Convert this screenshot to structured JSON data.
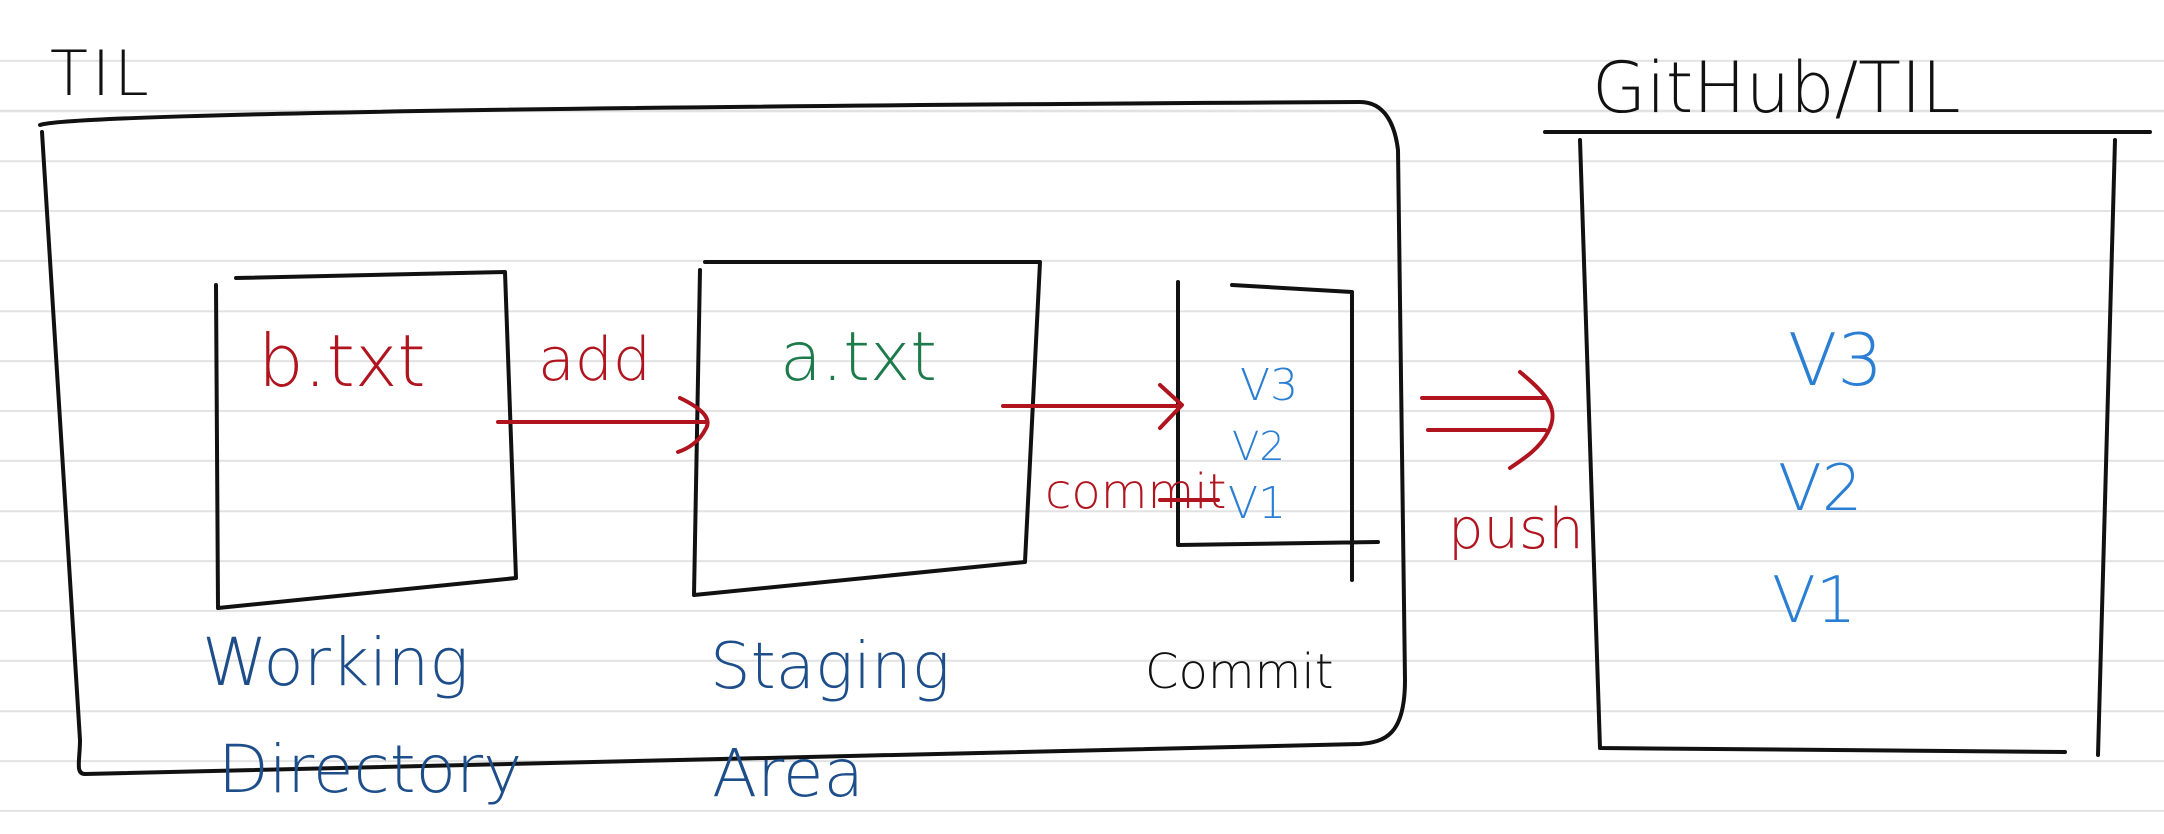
{
  "colors": {
    "ink": "#111111",
    "red": "#b0141e",
    "green": "#1d7a4a",
    "blue": "#2a7fd4",
    "navy": "#1d4e8a",
    "ruled_line": "#e2e2e2"
  },
  "local_repo": {
    "title": "TIL"
  },
  "working_directory": {
    "file": "b.txt",
    "label_line1": "Working",
    "label_line2": "Directory"
  },
  "staging_area": {
    "file": "a.txt",
    "label_line1": "Staging",
    "label_line2": "Area"
  },
  "commit_area": {
    "label": "Commit",
    "versions": [
      "V3",
      "V2",
      "V1"
    ]
  },
  "arrows": {
    "add": "add",
    "commit": "commit",
    "push": "push"
  },
  "remote_repo": {
    "title": "GitHub/TIL",
    "versions": [
      "V3",
      "V2",
      "V1"
    ]
  }
}
